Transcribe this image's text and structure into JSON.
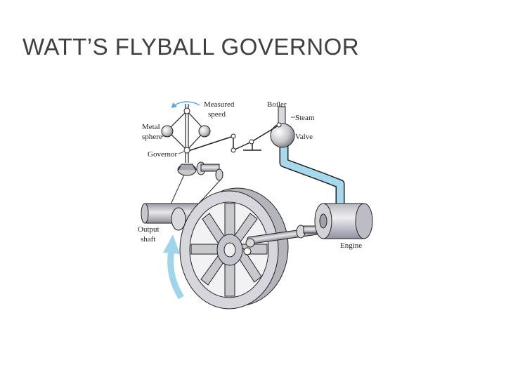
{
  "slide": {
    "title": "WATT’S FLYBALL GOVERNOR"
  },
  "diagram": {
    "labels": {
      "measured_speed_1": "Measured",
      "measured_speed_2": "speed",
      "boiler": "Boiler",
      "steam": "Steam",
      "valve": "Valve",
      "metal_sphere_1": "Metal",
      "metal_sphere_2": "sphere",
      "governor": "Governor",
      "output_shaft_1": "Output",
      "output_shaft_2": "shaft",
      "engine": "Engine"
    },
    "colors": {
      "pipe": "#a8d8ec",
      "arrow": "#9fd4ea",
      "metal_light": "#e6e6ea",
      "metal_mid": "#c4c4cc",
      "metal_dark": "#8c8c96",
      "outline": "#222222"
    }
  }
}
